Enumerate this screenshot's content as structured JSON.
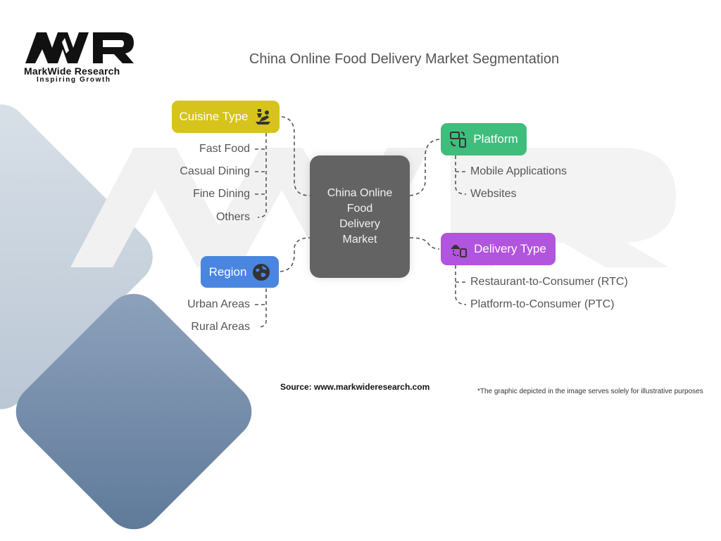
{
  "branding": {
    "logo_text": "MWR",
    "company": "MarkWide Research",
    "tagline": "Inspiring Growth"
  },
  "title": "China Online Food Delivery Market Segmentation",
  "center_node": {
    "label": "China Online Food Delivery Market",
    "lines": [
      "China Online",
      "Food",
      "Delivery",
      "Market"
    ],
    "color": "#636363"
  },
  "segments": [
    {
      "label": "Cuisine Type",
      "icon": "chef-dish-icon",
      "color": "#d6c31c",
      "items": [
        "Fast Food",
        "Casual Dining",
        "Fine Dining",
        "Others"
      ]
    },
    {
      "label": "Region",
      "icon": "globe-icon",
      "color": "#4a86e0",
      "items": [
        "Urban Areas",
        "Rural Areas"
      ]
    },
    {
      "label": "Platform",
      "icon": "device-sync-icon",
      "color": "#3fbd7c",
      "items": [
        "Mobile Applications",
        "Websites"
      ]
    },
    {
      "label": "Delivery Type",
      "icon": "cloche-phone-icon",
      "color": "#b154de",
      "items": [
        "Restaurant-to-Consumer (RTC)",
        "Platform-to-Consumer (PTC)"
      ]
    }
  ],
  "footer": {
    "source": "Source: www.markwideresearch.com",
    "note": "*The graphic depicted in the image serves solely for illustrative purposes"
  }
}
